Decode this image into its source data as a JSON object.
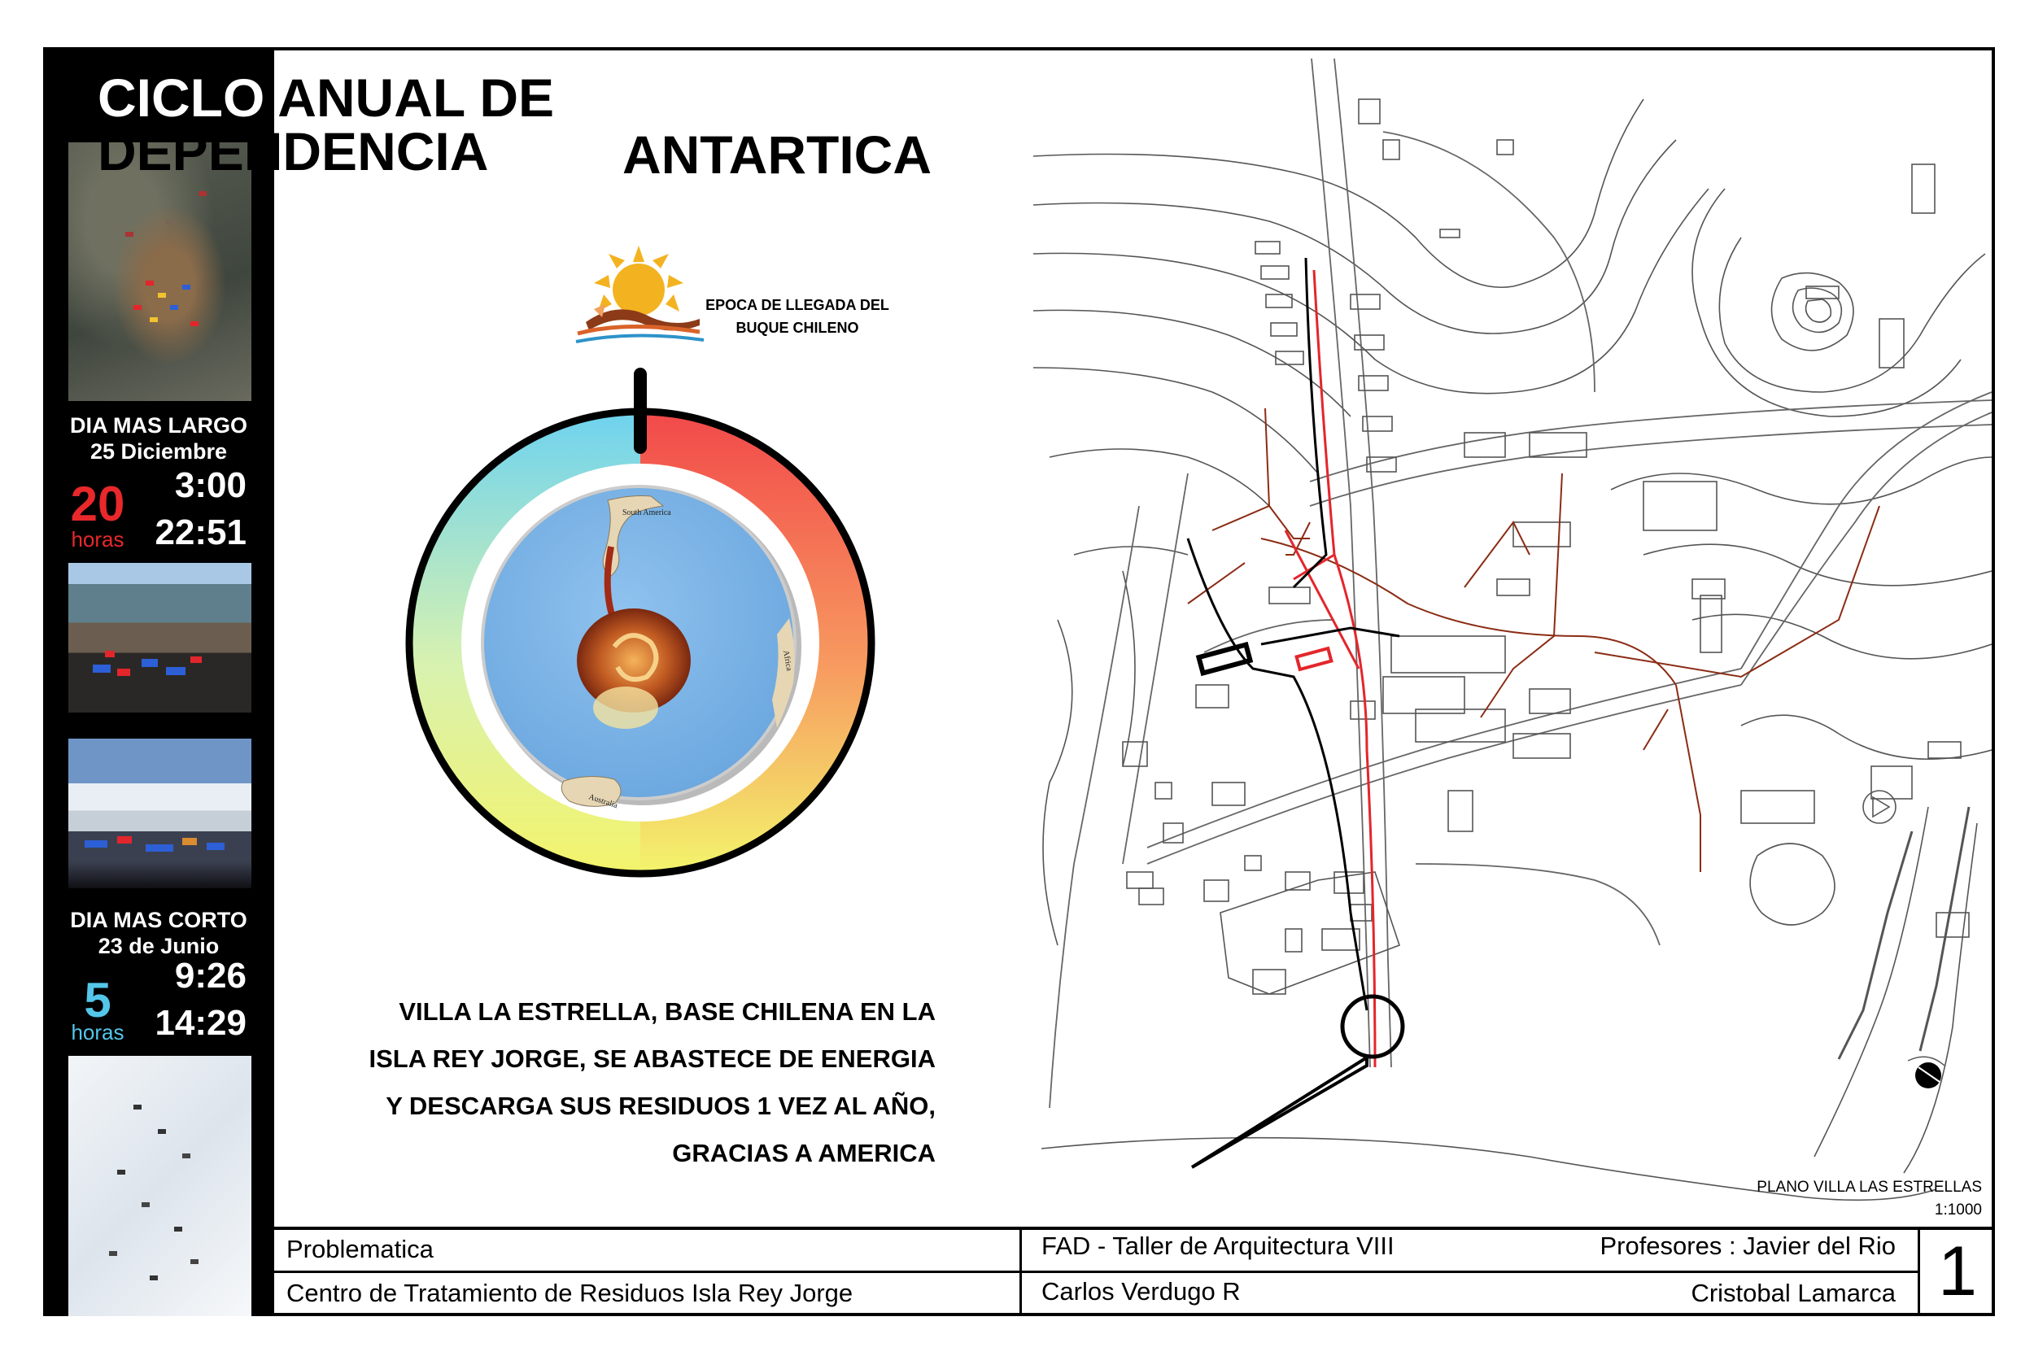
{
  "title": {
    "line1_a": "CICLO",
    "line1_b": " ANUAL DE DEPENDENCIA",
    "line2": "ANTARTICA"
  },
  "sidebar": {
    "long_day": {
      "label": "DIA MAS LARGO",
      "date": "25  Diciembre",
      "hours_value": "20",
      "hours_unit": "horas",
      "sunrise": "3:00",
      "sunset": "22:51",
      "color": "#e8282b"
    },
    "short_day": {
      "label": "DIA MAS CORTO",
      "date": "23 de Junio",
      "hours_value": "5",
      "hours_unit": "horas",
      "sunrise": "9:26",
      "sunset": "14:29",
      "color": "#54c6ea"
    }
  },
  "globe": {
    "arrival_label_1": "EPOCA DE LLEGADA DEL",
    "arrival_label_2": "BUQUE CHILENO",
    "labels": {
      "south_america": "South America",
      "africa": "Africa",
      "australia": "Australia"
    }
  },
  "description": [
    "VILLA LA ESTRELLA, BASE CHILENA EN LA",
    "ISLA REY JORGE, SE ABASTECE DE ENERGIA",
    "Y DESCARGA SUS RESIDUOS 1 VEZ AL AÑO,",
    "GRACIAS A AMERICA"
  ],
  "map": {
    "caption": "PLANO VILLA LAS ESTRELLAS",
    "scale": "1:1000"
  },
  "title_block": {
    "topic": "Problematica",
    "project": "Centro de Tratamiento de Residuos Isla Rey Jorge",
    "course": "FAD - Taller de Arquitectura VIII",
    "professors_label": "Profesores :  Javier del Rio",
    "professor2": "Carlos Verdugo R",
    "student": "Cristobal Lamarca",
    "sheet_number": "1"
  },
  "colors": {
    "map_red": "#e3262b",
    "cycle_warm": "#f24a4a",
    "cycle_cool": "#6fd3ee",
    "cycle_yellow": "#f1f56a"
  }
}
